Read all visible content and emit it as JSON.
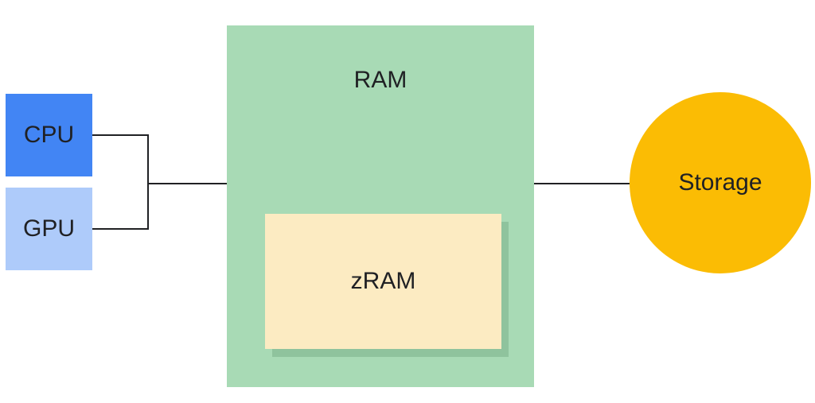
{
  "diagram": {
    "nodes": {
      "cpu": "CPU",
      "gpu": "GPU",
      "ram": "RAM",
      "zram": "zRAM",
      "storage": "Storage"
    },
    "colors": {
      "cpu": "#4285F4",
      "gpu": "#AECBFA",
      "ram": "#A8DAB5",
      "zram": "#FCEBC2",
      "storage": "#FBBC04",
      "line": "#202124"
    },
    "edges": [
      {
        "from": "cpu",
        "to": "ram"
      },
      {
        "from": "gpu",
        "to": "ram"
      },
      {
        "from": "ram",
        "to": "storage"
      }
    ]
  }
}
